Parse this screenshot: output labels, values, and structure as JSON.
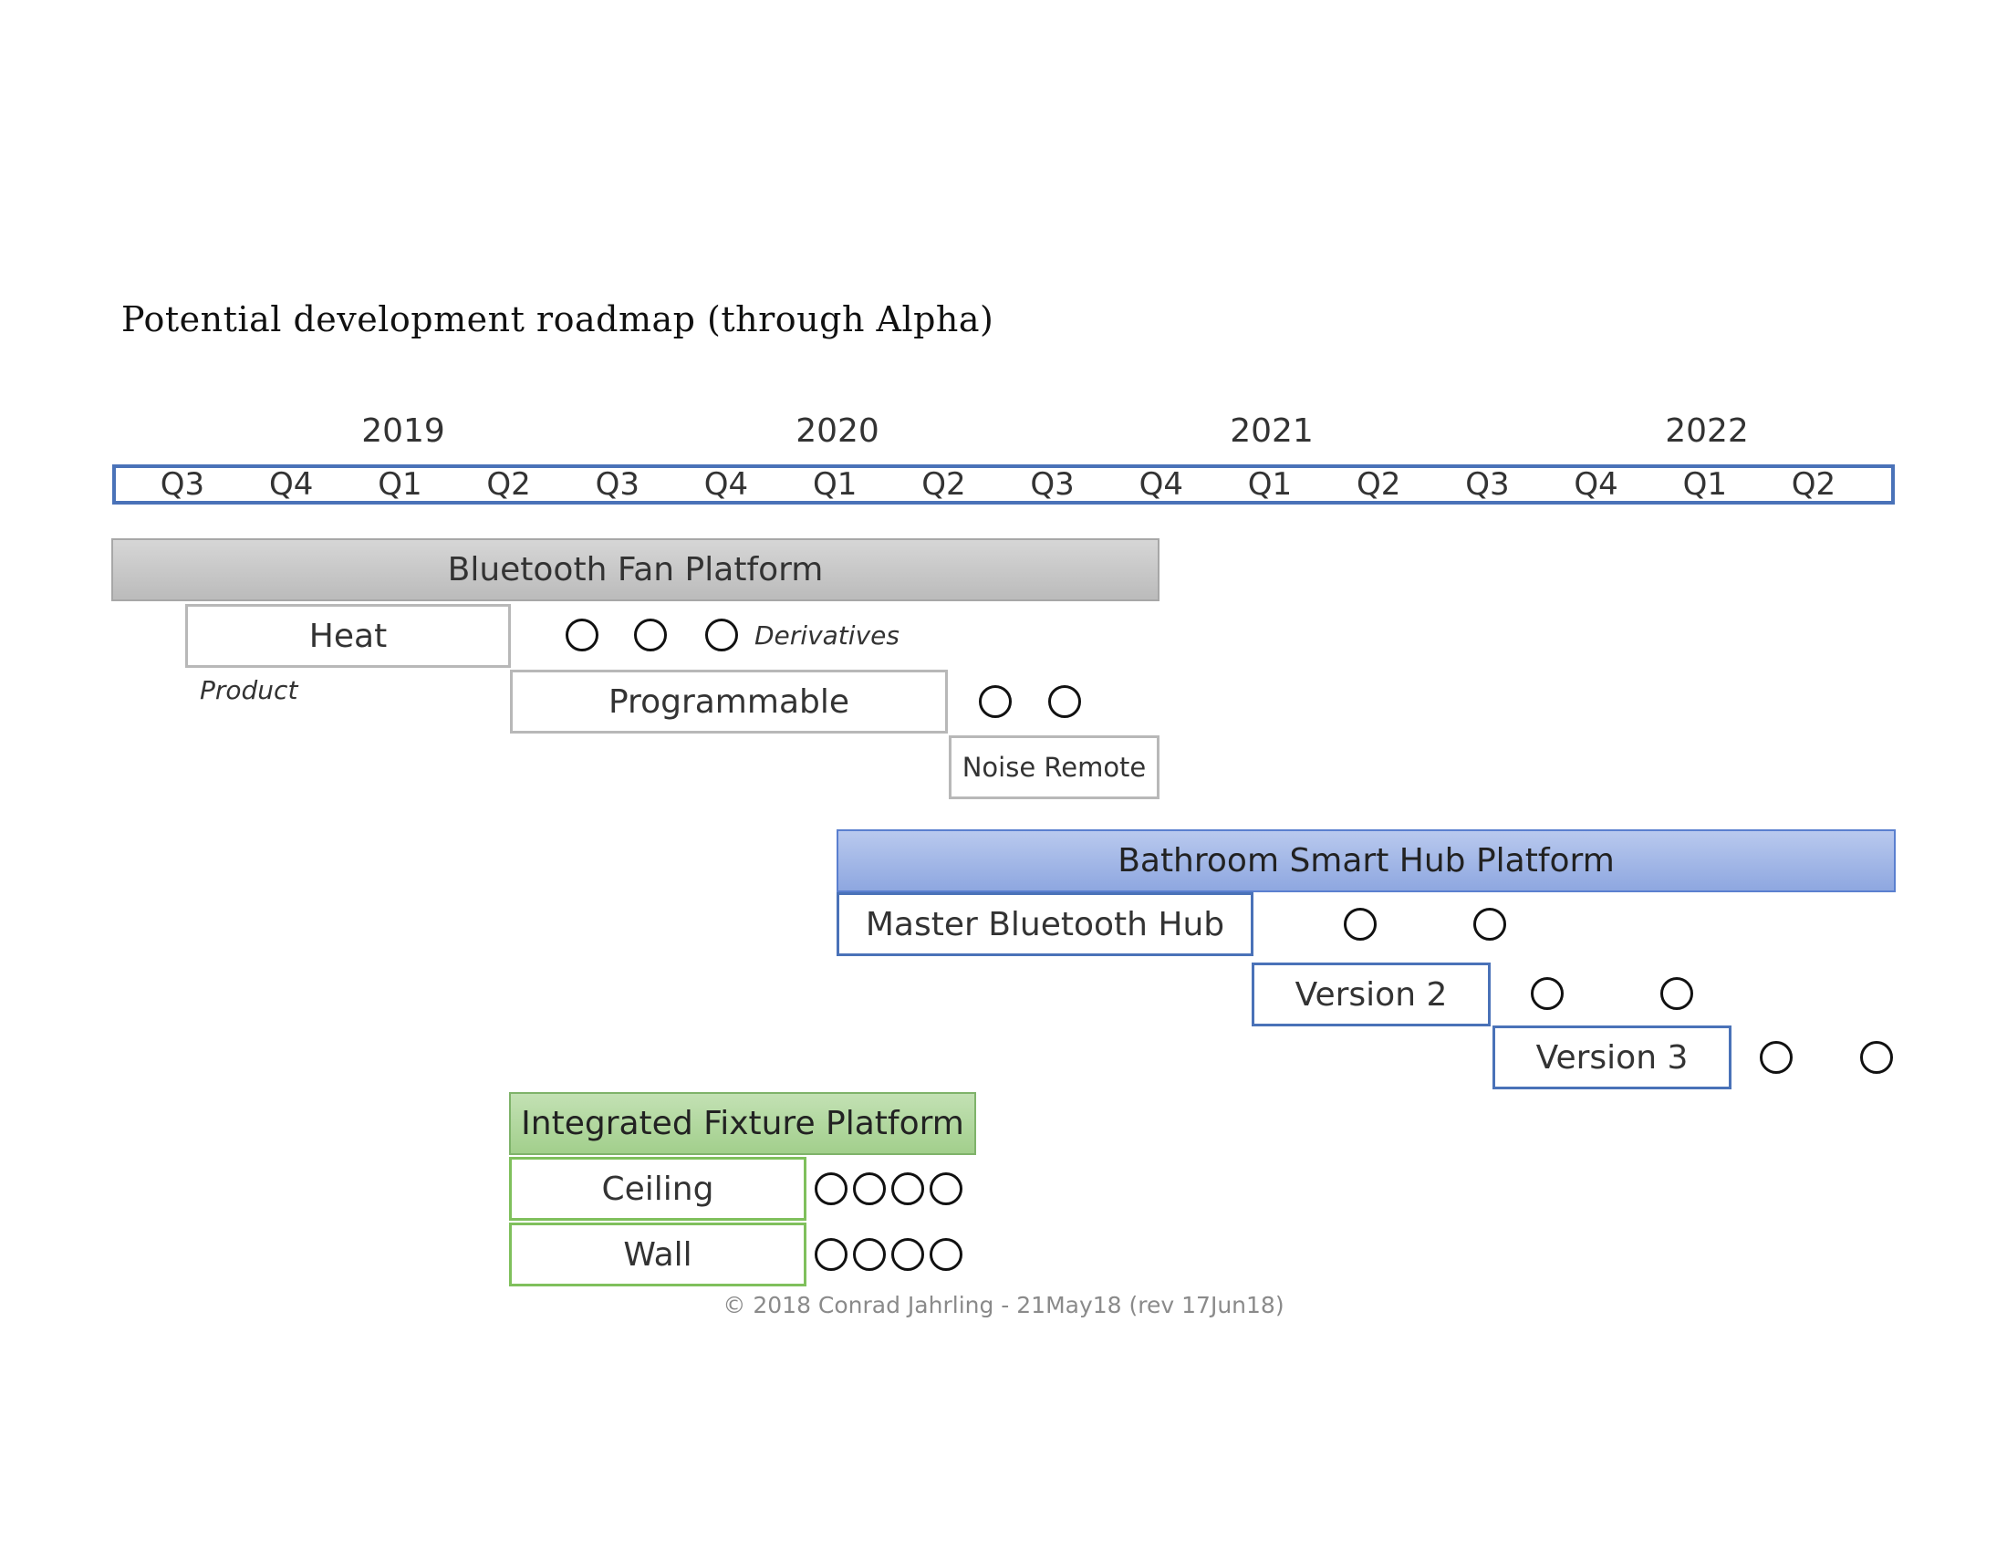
{
  "title": "Potential development roadmap (through Alpha)",
  "timeline": {
    "years": [
      "2019",
      "2020",
      "2021",
      "2022"
    ],
    "quarters": [
      "Q3",
      "Q4",
      "Q1",
      "Q2",
      "Q3",
      "Q4",
      "Q1",
      "Q2",
      "Q3",
      "Q4",
      "Q1",
      "Q2",
      "Q3",
      "Q4",
      "Q1",
      "Q2"
    ]
  },
  "platforms": {
    "bluetooth_fan": {
      "label": "Bluetooth Fan Platform",
      "heat": "Heat",
      "product_note": "Product",
      "derivatives_note": "Derivatives",
      "programmable": "Programmable",
      "noise_remote": "Noise Remote"
    },
    "bathroom_hub": {
      "label": "Bathroom Smart Hub Platform",
      "master_hub": "Master Bluetooth Hub",
      "version2": "Version 2",
      "version3": "Version 3"
    },
    "integrated_fixture": {
      "label": "Integrated Fixture Platform",
      "ceiling": "Ceiling",
      "wall": "Wall"
    }
  },
  "colors": {
    "timeline_border": "#4a72b8",
    "fan_band": "#c8c8c8",
    "hub_band": "#a3b8e8",
    "fixture_band": "#b2d89f"
  },
  "footer": "© 2018 Conrad Jahrling - 21May18 (rev 17Jun18)"
}
